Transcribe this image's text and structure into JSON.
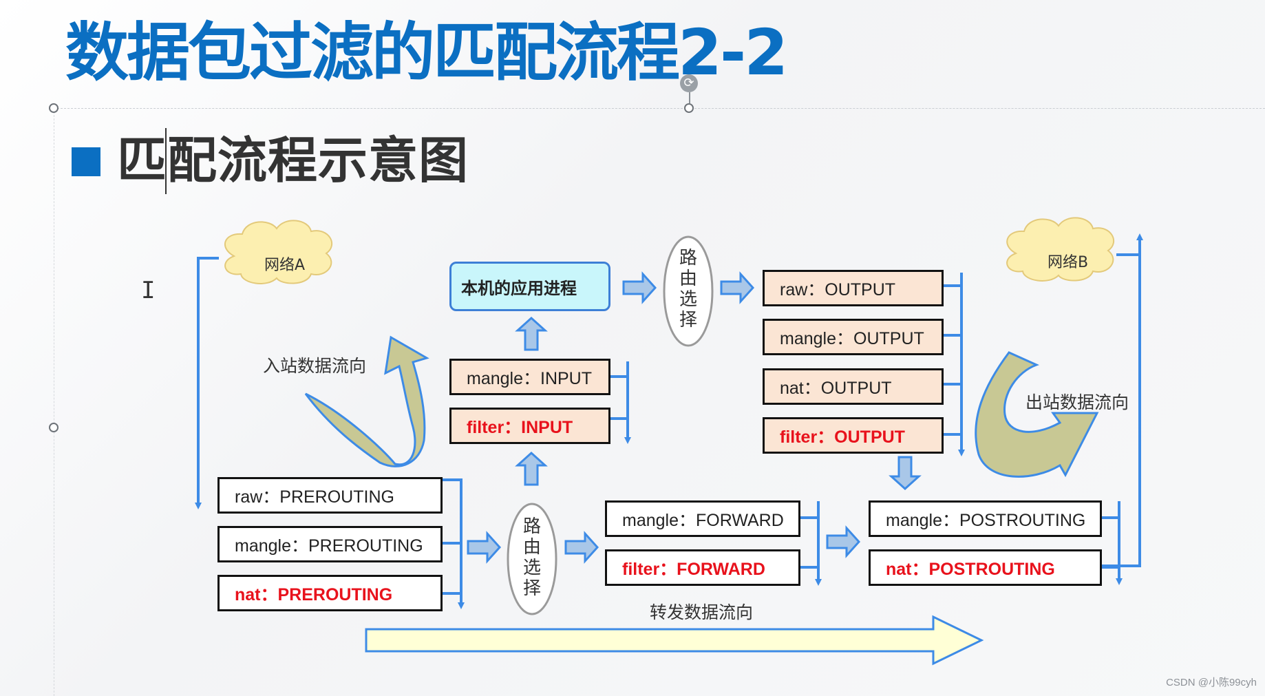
{
  "slide": {
    "title": "数据包过滤的匹配流程2-2",
    "bullet": "匹配流程示意图",
    "watermark": "CSDN @小陈99cyh"
  },
  "clouds": {
    "network_a": "网络A",
    "network_b": "网络B"
  },
  "local_process": "本机的应用进程",
  "routing_decision": [
    "路",
    "由",
    "选",
    "择"
  ],
  "prerouting_chain": [
    {
      "label": "raw：PREROUTING",
      "highlight": false
    },
    {
      "label": "mangle：PREROUTING",
      "highlight": false
    },
    {
      "label": "nat：PREROUTING",
      "highlight": true
    }
  ],
  "input_chain": [
    {
      "label": "mangle：INPUT",
      "highlight": false
    },
    {
      "label": "filter：INPUT",
      "highlight": true
    }
  ],
  "output_chain": [
    {
      "label": "raw：OUTPUT",
      "highlight": false
    },
    {
      "label": "mangle：OUTPUT",
      "highlight": false
    },
    {
      "label": "nat：OUTPUT",
      "highlight": false
    },
    {
      "label": "filter：OUTPUT",
      "highlight": true
    }
  ],
  "forward_chain": [
    {
      "label": "mangle：FORWARD",
      "highlight": false
    },
    {
      "label": "filter：FORWARD",
      "highlight": true
    }
  ],
  "postrouting_chain": [
    {
      "label": "mangle：POSTROUTING",
      "highlight": false
    },
    {
      "label": "nat：POSTROUTING",
      "highlight": true
    }
  ],
  "flow_labels": {
    "inbound": "入站数据流向",
    "outbound": "出站数据流向",
    "forward": "转发数据流向"
  },
  "colors": {
    "title": "#0b6fc2",
    "box_fill": "#fbe5d4",
    "highlight_text": "#e8121c",
    "connector": "#3d8be6",
    "app_box_fill": "#c9f6fb",
    "flow_arrow_fill": "#ffffd6",
    "curved_arrow_fill": "#c8c894"
  }
}
